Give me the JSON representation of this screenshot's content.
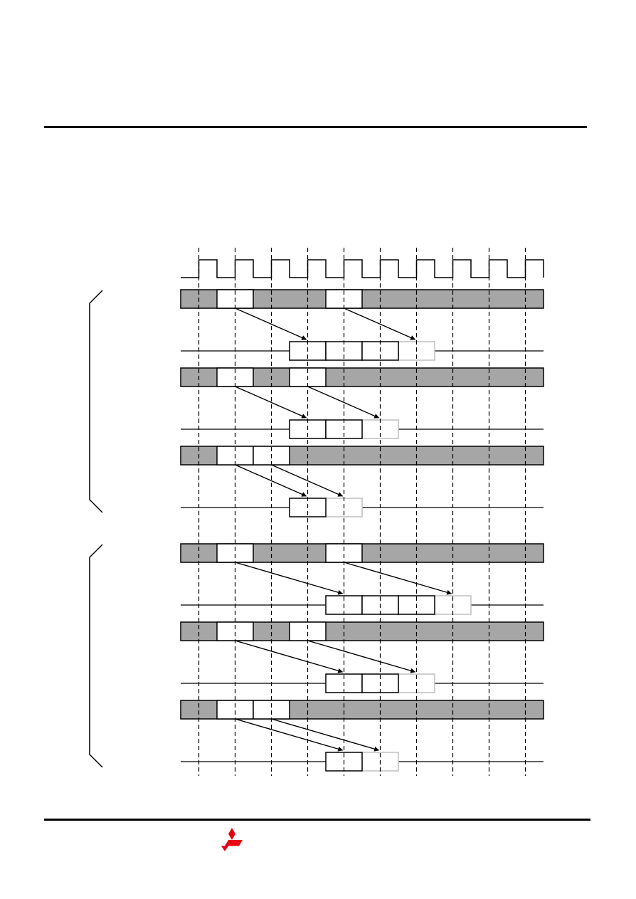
{
  "colors": {
    "ink": "#000000",
    "busy": "#a6a6a6",
    "slot": "#ffffff",
    "ghost": "#bfbfbf",
    "logo": "#e60012"
  },
  "icons": {
    "logo": "three-diamond-logo-icon"
  },
  "clock": {
    "cycles": 10
  },
  "timing_groups": [
    {
      "rows": [
        {
          "commands": [
            1,
            4
          ],
          "out_start": 3,
          "out_len": 3,
          "arrows": [
            [
              1,
              3
            ],
            [
              4,
              6
            ]
          ]
        },
        {
          "commands": [
            1,
            3
          ],
          "out_start": 3,
          "out_len": 2,
          "arrows": [
            [
              1,
              3
            ],
            [
              3,
              5
            ]
          ]
        },
        {
          "commands": [
            1,
            2
          ],
          "out_start": 3,
          "out_len": 1,
          "arrows": [
            [
              1,
              3
            ],
            [
              2,
              4
            ]
          ]
        }
      ]
    },
    {
      "rows": [
        {
          "commands": [
            1,
            4
          ],
          "out_start": 4,
          "out_len": 3,
          "arrows": [
            [
              1,
              4
            ],
            [
              4,
              7
            ]
          ]
        },
        {
          "commands": [
            1,
            3
          ],
          "out_start": 4,
          "out_len": 2,
          "arrows": [
            [
              1,
              4
            ],
            [
              3,
              6
            ]
          ]
        },
        {
          "commands": [
            1,
            2
          ],
          "out_start": 4,
          "out_len": 1,
          "arrows": [
            [
              1,
              4
            ],
            [
              2,
              5
            ]
          ]
        }
      ]
    }
  ]
}
